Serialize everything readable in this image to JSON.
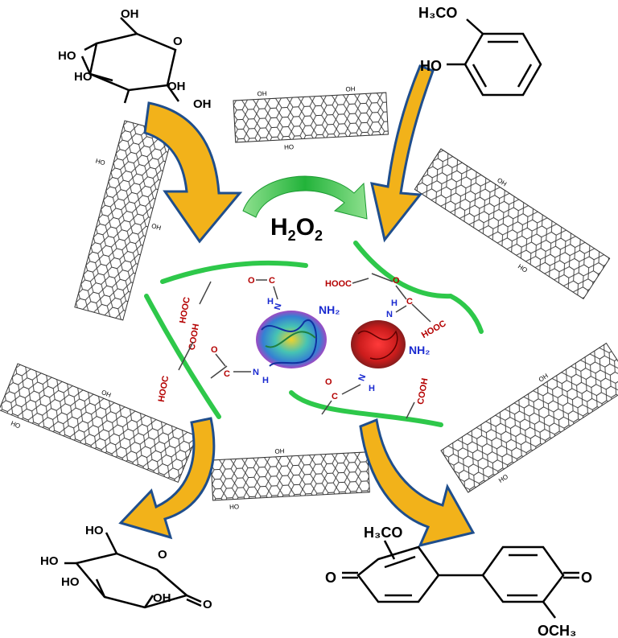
{
  "colors": {
    "arrow_fill": "#f2b21a",
    "arrow_outline": "#1f4e8c",
    "green_chain": "#2ec84a",
    "green_arrow": "#22b33a",
    "acid_red": "#b40000",
    "amine_blue": "#1a2ad0",
    "sheet_line": "#333333"
  },
  "oxidant": {
    "formula": "H",
    "sub1": "2",
    "mid": "O",
    "sub2": "2"
  },
  "reactant_glucose": {
    "oh1": "OH",
    "oh2": "HO",
    "oh3": "HO",
    "oh4": "OH",
    "oh5": "OH",
    "ring_o": "O"
  },
  "reactant_guaiacol": {
    "methoxy": "H₃CO",
    "hydroxy": "HO"
  },
  "product_lactone": {
    "oh1": "HO",
    "oh2": "HO",
    "oh3": "HO",
    "oh4": "OH",
    "ring_o": "O",
    "carbonyl_o": "O"
  },
  "product_quinone": {
    "methoxy_top": "H₃CO",
    "methoxy_bottom": "OCH₃",
    "o_left": "O",
    "o_right": "O"
  },
  "linkers": {
    "hooc": "HOOC",
    "cooh": "COOH",
    "amide_o": "O",
    "amide_c": "C",
    "amide_n": "N",
    "amide_h": "H",
    "nh2": "NH₂",
    "ho_sheet": "HO",
    "oh_sheet": "OH"
  },
  "icons": [
    "curved-arrow-icon",
    "graphene-sheet-icon",
    "enzyme-protein-icon"
  ]
}
